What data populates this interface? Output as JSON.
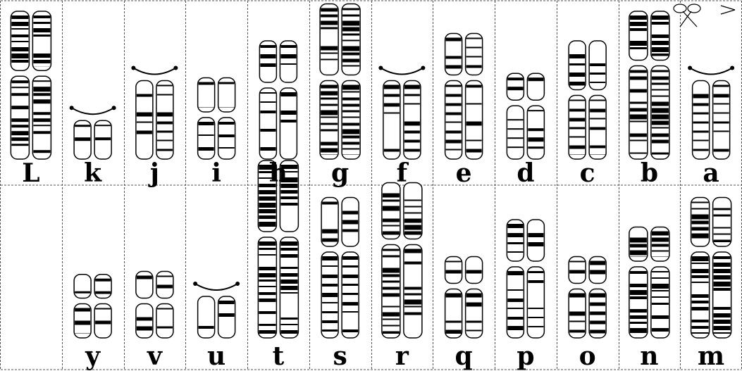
{
  "rows": [
    {
      "labels": [
        "L",
        "k",
        "j",
        "i",
        "h",
        "g",
        "f",
        "e",
        "d",
        "c",
        "b",
        "a"
      ]
    },
    {
      "labels": [
        "",
        "y",
        "v",
        "u",
        "t",
        "s",
        "r",
        "q",
        "p",
        "o",
        "n",
        "m"
      ]
    }
  ],
  "chromosomes": [
    {
      "label": "L",
      "topArm": 0.42,
      "botArm": 0.58,
      "band": "dense",
      "satellite": false
    },
    {
      "label": "k",
      "topArm": 0.0,
      "botArm": 0.28,
      "band": "sparse",
      "satellite": true
    },
    {
      "label": "j",
      "topArm": 0.0,
      "botArm": 0.55,
      "band": "medium",
      "satellite": true
    },
    {
      "label": "i",
      "topArm": 0.25,
      "botArm": 0.3,
      "band": "sparse",
      "satellite": false
    },
    {
      "label": "h",
      "topArm": 0.3,
      "botArm": 0.5,
      "band": "medium",
      "satellite": false
    },
    {
      "label": "g",
      "topArm": 0.5,
      "botArm": 0.55,
      "band": "dense",
      "satellite": false
    },
    {
      "label": "f",
      "topArm": 0.0,
      "botArm": 0.55,
      "band": "medium",
      "satellite": true
    },
    {
      "label": "e",
      "topArm": 0.3,
      "botArm": 0.55,
      "band": "medium",
      "satellite": false
    },
    {
      "label": "d",
      "topArm": 0.2,
      "botArm": 0.38,
      "band": "medium",
      "satellite": false
    },
    {
      "label": "c",
      "topArm": 0.35,
      "botArm": 0.45,
      "band": "medium",
      "satellite": false
    },
    {
      "label": "b",
      "topArm": 0.35,
      "botArm": 0.65,
      "band": "dense",
      "satellite": false
    },
    {
      "label": "a",
      "topArm": 0.0,
      "botArm": 0.55,
      "band": "medium",
      "satellite": true
    },
    {
      "label": "y",
      "topArm": 0.18,
      "botArm": 0.25,
      "band": "sparse",
      "satellite": false
    },
    {
      "label": "v",
      "topArm": 0.2,
      "botArm": 0.25,
      "band": "medium",
      "satellite": false
    },
    {
      "label": "u",
      "topArm": 0.0,
      "botArm": 0.3,
      "band": "sparse",
      "satellite": true
    },
    {
      "label": "t",
      "topArm": 0.5,
      "botArm": 0.7,
      "band": "dense",
      "satellite": false
    },
    {
      "label": "s",
      "topArm": 0.35,
      "botArm": 0.6,
      "band": "medium",
      "satellite": false
    },
    {
      "label": "r",
      "topArm": 0.4,
      "botArm": 0.65,
      "band": "dense",
      "satellite": false
    },
    {
      "label": "q",
      "topArm": 0.2,
      "botArm": 0.35,
      "band": "medium",
      "satellite": false
    },
    {
      "label": "p",
      "topArm": 0.3,
      "botArm": 0.5,
      "band": "medium",
      "satellite": false
    },
    {
      "label": "o",
      "topArm": 0.2,
      "botArm": 0.35,
      "band": "medium",
      "satellite": false
    },
    {
      "label": "n",
      "topArm": 0.25,
      "botArm": 0.5,
      "band": "dense",
      "satellite": false
    },
    {
      "label": "m",
      "topArm": 0.35,
      "botArm": 0.6,
      "band": "dense",
      "satellite": false
    }
  ],
  "colors": {
    "band": "#000000",
    "outline": "#000000",
    "grid": "#555555",
    "fill": "#ffffff"
  }
}
